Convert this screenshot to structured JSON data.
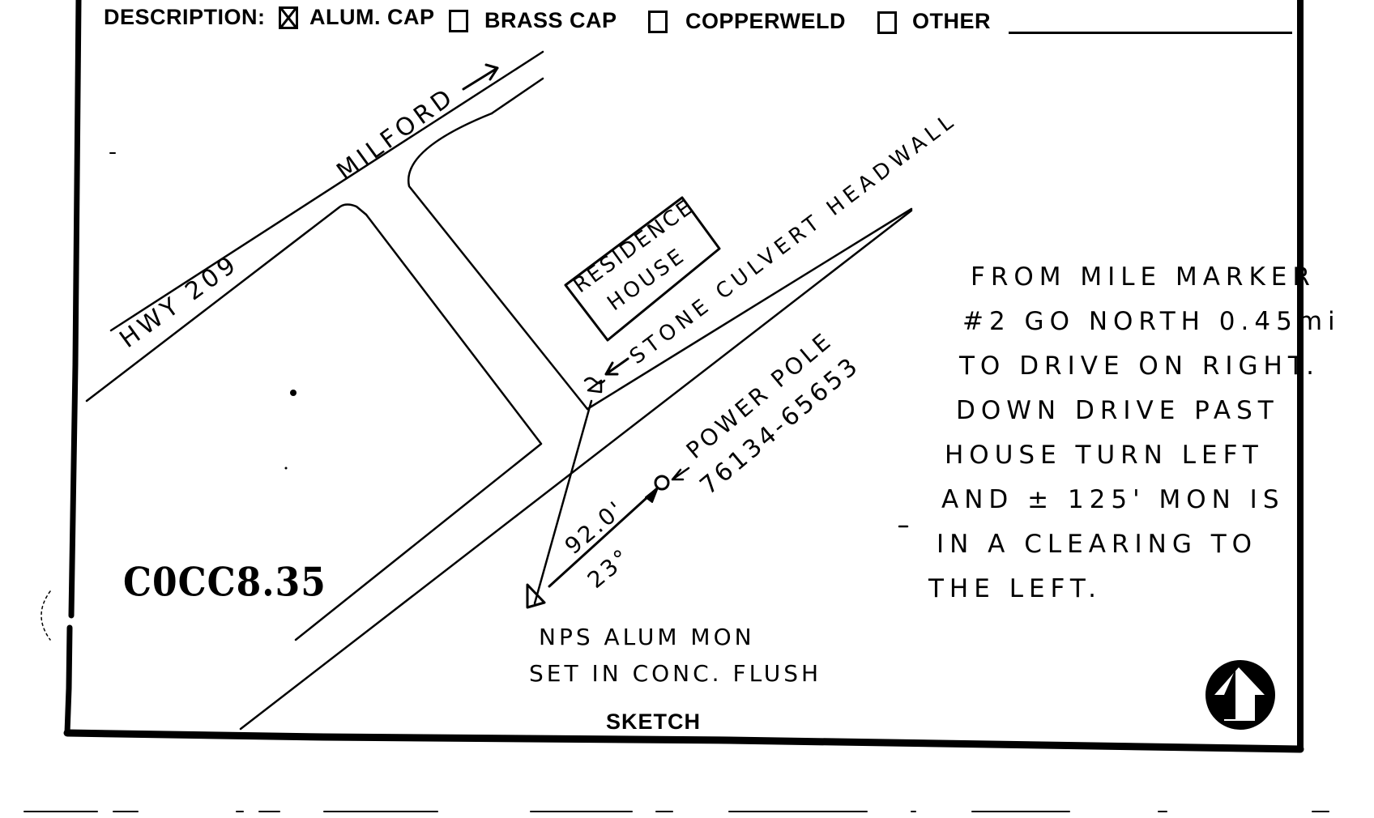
{
  "form": {
    "description_label": "DESCRIPTION:",
    "options": [
      {
        "label": "ALUM. CAP",
        "checked": true
      },
      {
        "label": "BRASS CAP",
        "checked": false
      },
      {
        "label": "COPPERWELD",
        "checked": false
      },
      {
        "label": "OTHER",
        "checked": false
      }
    ],
    "other_value": ""
  },
  "sketch": {
    "title": "SKETCH",
    "labels": {
      "hwy": "HWY 209",
      "milford": "MILFORD",
      "residence_line1": "RESIDENCE",
      "residence_line2": "HOUSE",
      "culvert": "STONE CULVERT HEADWALL",
      "power_pole_line1": "POWER POLE",
      "power_pole_line2": "76134-65653",
      "distance": "92.0'",
      "bearing": "23°",
      "monument_line1": "NPS ALUM MON",
      "monument_line2": "SET IN CONC. FLUSH"
    },
    "directions": [
      "FROM MILE MARKER",
      "#2 GO NORTH 0.45mi",
      "TO DRIVE ON RIGHT.",
      "DOWN DRIVE PAST",
      "HOUSE TURN LEFT",
      "AND ± 125' MON IS",
      "IN A CLEARING TO",
      "THE LEFT."
    ],
    "north_arrow": "north-arrow-icon"
  },
  "stamp": {
    "code": "C0CC8.35"
  },
  "colors": {
    "ink": "#000000",
    "paper": "#ffffff"
  }
}
